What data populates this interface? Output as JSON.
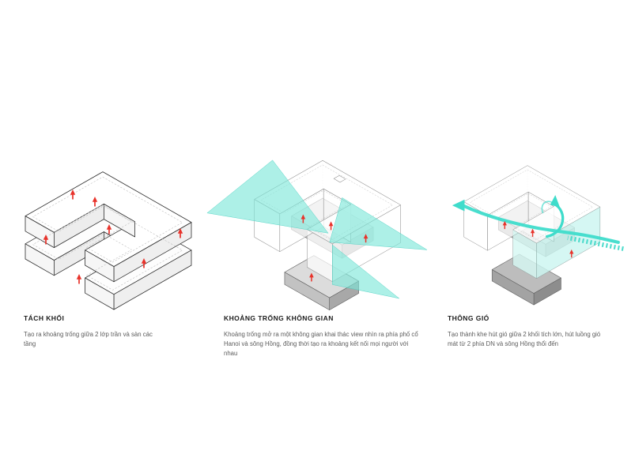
{
  "page": {
    "background": "#ffffff",
    "type": "architectural concept diagram sheet"
  },
  "colors": {
    "accent_red": "#E8322A",
    "accent_cyan": "#7BE6D8",
    "cyan_stroke": "#49CFC0",
    "slab_gray_top": "#DCDCDC",
    "slab_gray_side": "#AAAAAA",
    "outline_dark": "#2F2F2F",
    "volume_outline": "#8C8C8C",
    "title_text": "#1C1C1C",
    "body_text": "#5C5C5C"
  },
  "icons": {
    "lift_arrow": "up-arrow-icon",
    "view_cone": "view-cone-icon",
    "wind_flow": "wind-arrow-icon",
    "wind_stripes": "wind-stripes-icon",
    "recirculation": "recirculation-arrow-icon"
  },
  "panels": [
    {
      "id": "tach-khoi",
      "title": "TÁCH KHỐI",
      "description": "Tạo ra khoảng trống giữa 2 lớp trần và sàn các tầng"
    },
    {
      "id": "khoang-trong-khong-gian",
      "title": "KHOẢNG TRỐNG KHÔNG GIAN",
      "description": "Khoảng trống mở ra một không gian khai thác view nhìn ra phía phố cổ Hanoi và sông Hồng, đồng thời tạo ra khoảng kết nối mọi người với nhau"
    },
    {
      "id": "thong-gio",
      "title": "THÔNG GIÓ",
      "description": "Tạo thành khe hút gió giữa 2 khối tích lớn, hút luồng gió mát từ 2 phía DN và sông Hồng thổi đến"
    }
  ]
}
